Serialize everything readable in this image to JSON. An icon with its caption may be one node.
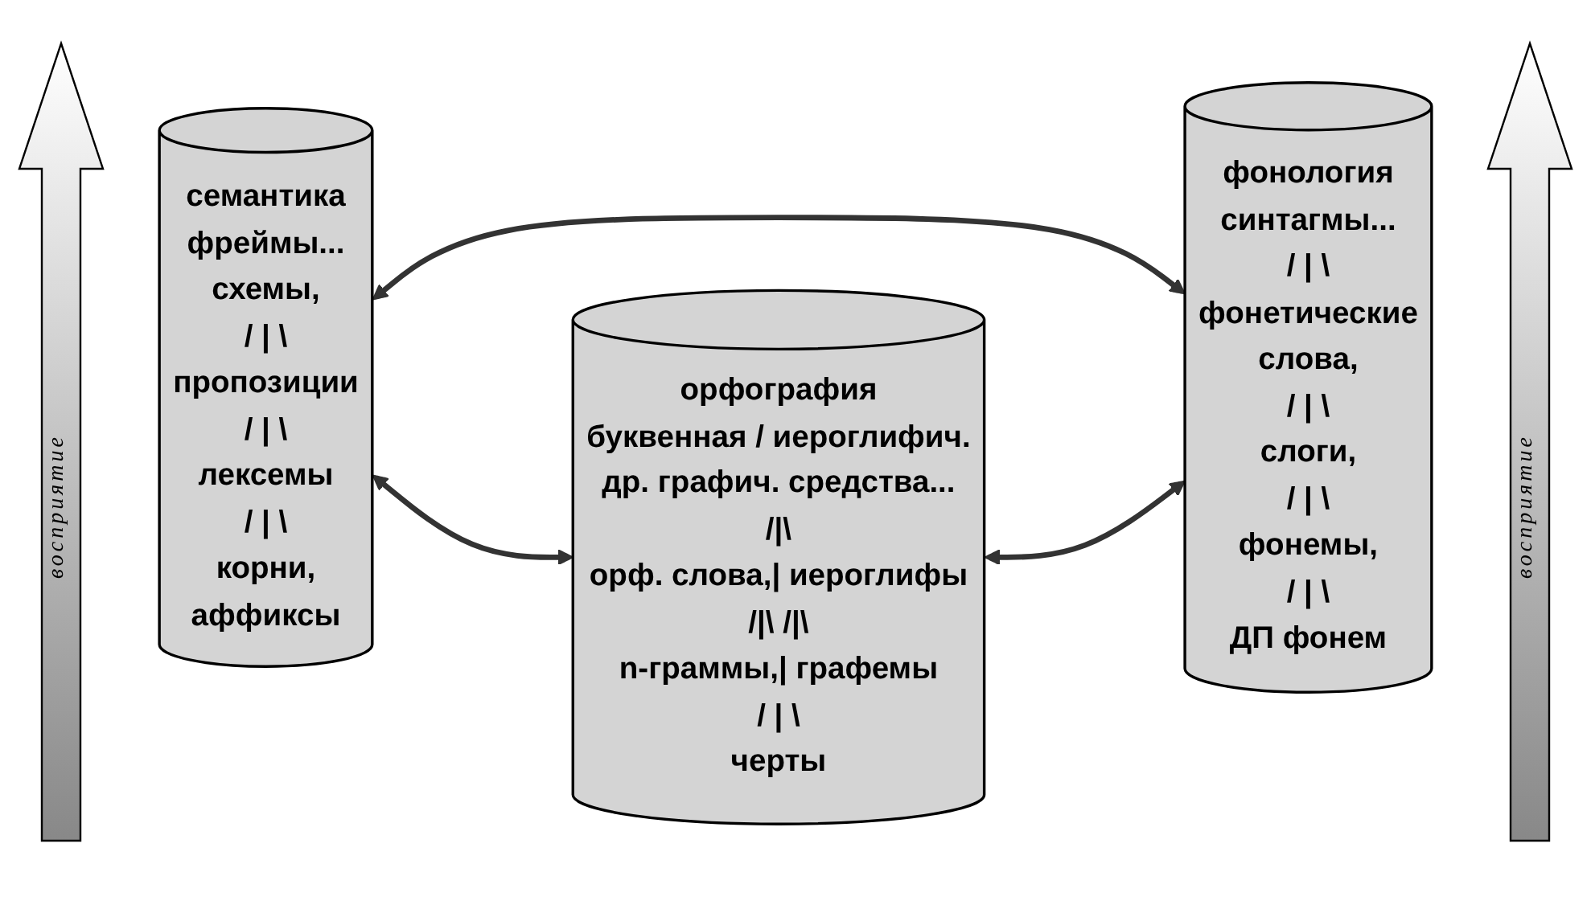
{
  "diagram": {
    "nodes": [
      {
        "text": [
          "семантика",
          "фреймы...",
          "схемы,",
          "/ | \\",
          "пропозиции",
          "/ | \\",
          "лексемы",
          "/ | \\",
          "корни,",
          "аффиксы"
        ]
      },
      {
        "text": [
          "фонология",
          "синтагмы...",
          "/ | \\",
          "фонетические",
          "слова,",
          "/ | \\",
          "слоги,",
          "/ | \\",
          "фонемы,",
          "/ | \\",
          "ДП фонем"
        ]
      },
      {
        "text": [
          "орфография",
          "буквенная / иероглифич.",
          "др. графич. средства...",
          "/|\\",
          "орф. слова,| иероглифы",
          "/|\\ /|\\",
          "n-граммы,| графемы",
          "/ | \\",
          "черты"
        ]
      }
    ],
    "edges": [
      {
        "from": 0,
        "to": 1,
        "arrow": "both"
      },
      {
        "from": 0,
        "to": 2,
        "arrow": "both"
      },
      {
        "from": 2,
        "to": 1,
        "arrow": "both"
      }
    ],
    "labels": [
      "восприятие",
      "восприятие"
    ]
  }
}
